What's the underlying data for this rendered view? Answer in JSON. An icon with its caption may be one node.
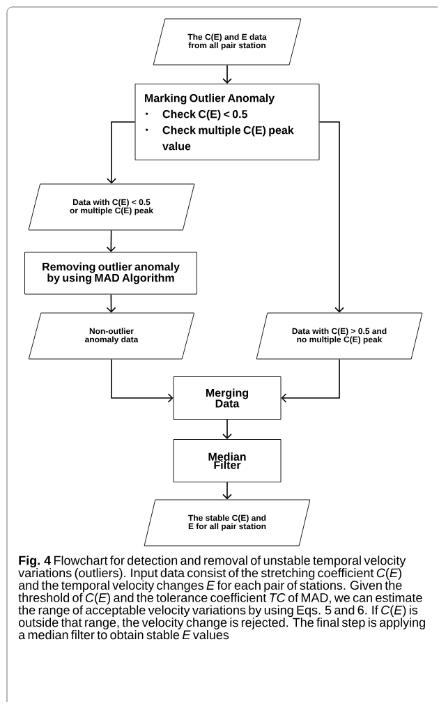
{
  "diagram": {
    "nodes": [
      {
        "text": [
          "The C(E) and E data from all pair station"
        ]
      },
      {
        "text": [
          "Marking Outlier Anomaly",
          "Check C(E) < 0.5",
          "Check multiple C(E) peak value"
        ]
      },
      {
        "text": [
          "Data with C(E) < 0.5 or multiple C(E) peak"
        ]
      },
      {
        "text": [
          "Removing outlier anomaly by using MAD Algorithm"
        ]
      },
      {
        "text": [
          "Non-outlier anomaly data"
        ]
      },
      {
        "text": [
          "Data with C(E) > 0.5 and no multiple C(E) peak"
        ]
      },
      {
        "text": [
          "Merging Data"
        ]
      },
      {
        "text": [
          "Median Filter"
        ]
      },
      {
        "text": [
          "The stable C(E) and E for all pair station"
        ]
      }
    ],
    "edges": [
      {
        "from": 0,
        "to": 1,
        "arrow": "to"
      },
      {
        "from": 1,
        "to": 2,
        "arrow": "to"
      },
      {
        "from": 2,
        "to": 3,
        "arrow": "to"
      },
      {
        "from": 3,
        "to": 4,
        "arrow": "to"
      },
      {
        "from": 1,
        "to": 5,
        "arrow": "to"
      },
      {
        "from": 4,
        "to": 6,
        "arrow": "to"
      },
      {
        "from": 5,
        "to": 6,
        "arrow": "to"
      },
      {
        "from": 6,
        "to": 7,
        "arrow": "to"
      },
      {
        "from": 7,
        "to": 8,
        "arrow": "to"
      }
    ],
    "caption": "**Fig. 4** Flowchart for detection and removal of unstable temporal velocity variations (outliers). Input data consist of the stretching coefficient *C*(*E*) and the temporal velocity changes *E* for each pair of stations. Given the threshold of *C*(*E*) and the tolerance coefficient *TC* of MAD, we can estimate the range of acceptable velocity variations by using Eqs. 5 and 6. If *C*(*E*) is outside that range, the velocity change is rejected. The final step is applying a median filter to obtain stable *E* values"
  }
}
